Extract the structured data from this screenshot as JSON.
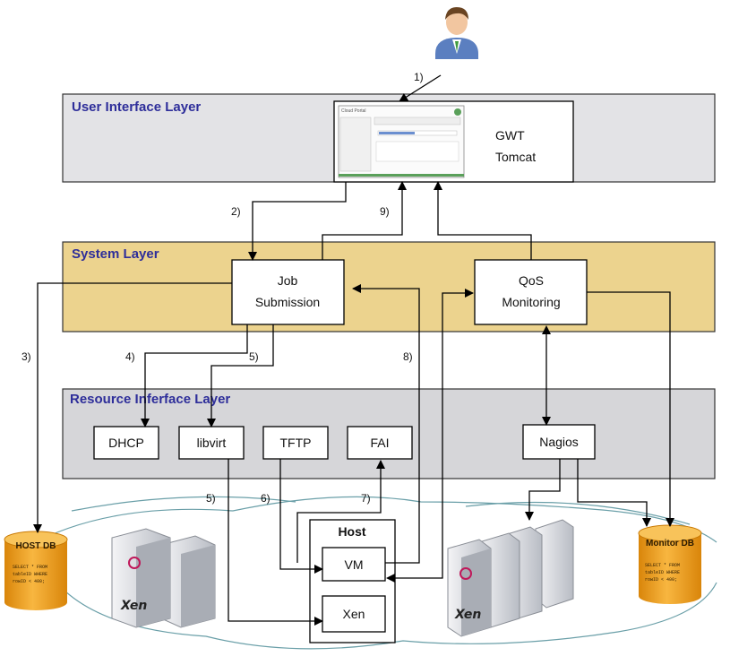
{
  "layers": {
    "ui": "User Interface Layer",
    "system": "System Layer",
    "resource": "Resource Inferface Layer"
  },
  "ui_box": {
    "line1": "GWT",
    "line2": "Tomcat"
  },
  "screenshot": {
    "title": "Cloud Portal"
  },
  "system": {
    "job_line1": "Job",
    "job_line2": "Submission",
    "qos_line1": "QoS",
    "qos_line2": "Monitoring"
  },
  "resources": {
    "dhcp": "DHCP",
    "libvirt": "libvirt",
    "tftp": "TFTP",
    "fai": "FAI",
    "nagios": "Nagios"
  },
  "host": {
    "title": "Host",
    "vm": "VM",
    "xen": "Xen"
  },
  "databases": {
    "host_db": {
      "title": "HOST DB",
      "q1": "SELECT * FROM",
      "q2": "tableID WHERE",
      "q3": "rowID < 400;"
    },
    "monitor_db": {
      "title": "Monitor DB",
      "q1": "SELECT * FROM",
      "q2": "tableID WHERE",
      "q3": "rowID < 400;"
    }
  },
  "steps": {
    "s1": "1)",
    "s2": "2)",
    "s3": "3)",
    "s4": "4)",
    "s5a": "5)",
    "s5b": "5)",
    "s6": "6)",
    "s7": "7)",
    "s8": "8)",
    "s9": "9)"
  },
  "server_logo": "Xen",
  "colors": {
    "ui_layer": "#e3e3e6",
    "system_layer": "#ecd38e",
    "resource_layer": "#d6d6d9",
    "layer_title": "#2e2e9a",
    "db": "#f2a21c"
  }
}
